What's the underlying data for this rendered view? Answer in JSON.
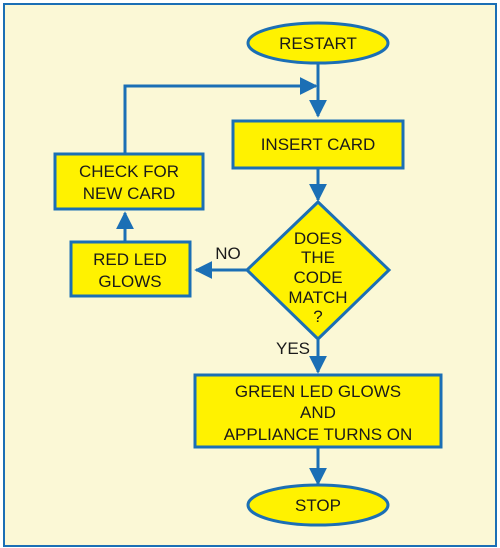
{
  "nodes": {
    "restart": [
      "RESTART"
    ],
    "insert_card": [
      "INSERT CARD"
    ],
    "decision": [
      "DOES",
      "THE",
      "CODE",
      "MATCH",
      "?"
    ],
    "red_led": [
      "RED LED",
      "GLOWS"
    ],
    "check_card": [
      "CHECK FOR",
      "NEW CARD"
    ],
    "green_led": [
      "GREEN LED GLOWS",
      "AND",
      "APPLIANCE TURNS ON"
    ],
    "stop": [
      "STOP"
    ]
  },
  "edges": {
    "no_label": "NO",
    "yes_label": "YES"
  },
  "colors": {
    "box_fill": "#fff200",
    "stroke": "#1b6fb5",
    "background": "#fbf8d6",
    "text": "#1a1a1a"
  }
}
